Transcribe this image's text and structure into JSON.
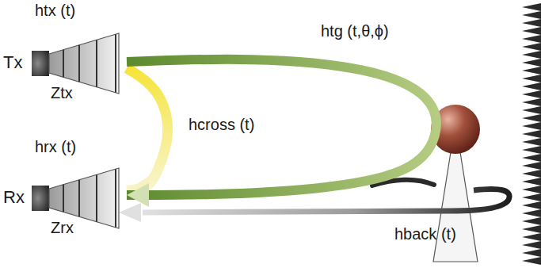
{
  "diagram": {
    "nodes": [
      {
        "text": [
          "Tx",
          "htx (t)",
          "Ztx"
        ]
      },
      {
        "text": [
          "Rx",
          "hrx (t)",
          "Zrx"
        ]
      }
    ],
    "edges": [
      {
        "from": 0,
        "to": 1,
        "label": "hcross (t)",
        "arrow": "to"
      },
      {
        "from": 0,
        "to": 1,
        "label": "htg (t,θ,ϕ)",
        "arrow": "to"
      }
    ],
    "labels": [
      "hback (t)"
    ]
  }
}
